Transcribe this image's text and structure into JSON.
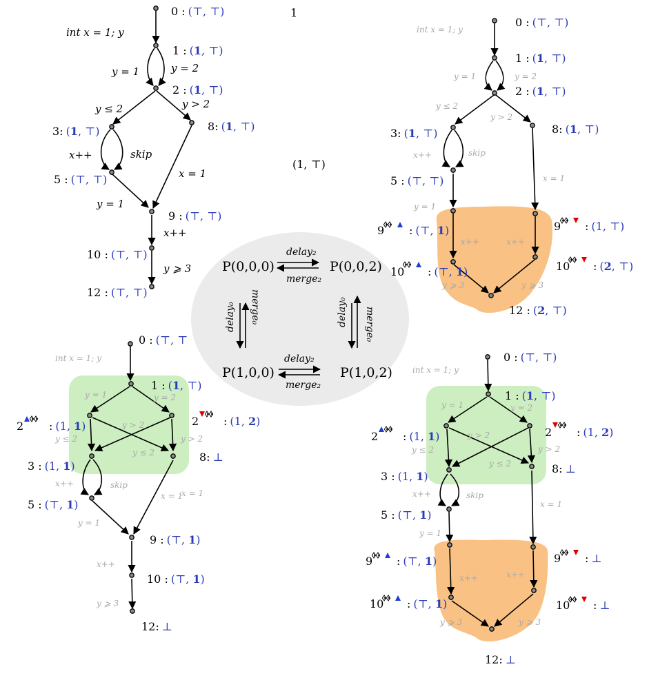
{
  "top_number": "1",
  "middle_value": "(1, ⊤)",
  "lattice": {
    "p000": "P(0,0,0)",
    "p002": "P(0,0,2)",
    "p100": "P(1,0,0)",
    "p102": "P(1,0,2)",
    "delay2": "delay₂",
    "merge2": "merge₂",
    "delay0": "delay₀",
    "merge0": "merge₀"
  },
  "colors": {
    "value_blue": "#2a3ab8",
    "up_marker": "#1f3cd6",
    "down_marker": "#e00000",
    "green_region": "#cdeec0",
    "orange_region": "#f9c184",
    "ellipse": "#ebebeb"
  },
  "graph_tl": {
    "code_int": "int x = 1; y",
    "e_y1": "y = 1",
    "e_y2": "y = 2",
    "e_yle2": "y ≤ 2",
    "e_ygt2": "y > 2",
    "e_xpp": "x++",
    "e_skip": "skip",
    "e_x1": "x = 1",
    "e_y1b": "y = 1",
    "e_xpp2": "x++",
    "e_yge3": "y ⩾ 3",
    "n0_k": "0 :",
    "n0_v": "(⊤, ⊤)",
    "n1_k": "1 :",
    "n1_v1": "(",
    "n1_v2": "1",
    "n1_v3": ", ⊤)",
    "n2_k": "2 :",
    "n2_v1": "(",
    "n2_v2": "1",
    "n2_v3": ", ⊤)",
    "n3_k": "3:",
    "n3_v1": "(",
    "n3_v2": "1",
    "n3_v3": ", ⊤)",
    "n8_k": "8:",
    "n8_v1": "(",
    "n8_v2": "1",
    "n8_v3": ", ⊤)",
    "n5_k": "5 :",
    "n5_v": "(⊤, ⊤)",
    "n9_k": "9 :",
    "n9_v": "(⊤, ⊤)",
    "n10_k": "10 :",
    "n10_v": "(⊤, ⊤)",
    "n12_k": "12 :",
    "n12_v": "(⊤, ⊤)"
  },
  "graph_tr": {
    "code_int": "int x = 1; y",
    "e_y1": "y = 1",
    "e_y2": "y = 2",
    "e_yle2": "y ≤ 2",
    "e_ygt2": "y > 2",
    "e_xpp": "x++",
    "e_skip": "skip",
    "e_x1": "x = 1",
    "e_y1b": "y = 1",
    "e_xpp_a": "x++",
    "e_xpp_b": "x++",
    "e_yge3_a": "y ⩾ 3",
    "e_yge3_b": "y ⩾ 3",
    "n0_k": "0 :",
    "n0_v": "(⊤, ⊤)",
    "n1_k": "1 :",
    "n1_v1": "(",
    "n1_v2": "1",
    "n1_v3": ", ⊤)",
    "n2_k": "2 :",
    "n2_v1": "(",
    "n2_v2": "1",
    "n2_v3": ", ⊤)",
    "n3_k": "3:",
    "n3_v1": "(",
    "n3_v2": "1",
    "n3_v3": ", ⊤)",
    "n8_k": "8:",
    "n8_v1": "(",
    "n8_v2": "1",
    "n8_v3": ", ⊤)",
    "n5_k": "5 :",
    "n5_v": "(⊤, ⊤)",
    "n9u_k": "9",
    "n9u_v1": "(⊤, ",
    "n9u_v2": "1",
    "n9u_v3": ")",
    "n9d_k": "9",
    "n9d_v": "(1, ⊤)",
    "n10u_k": "10",
    "n10u_v1": "(⊤, ",
    "n10u_v2": "1",
    "n10u_v3": ")",
    "n10d_k": "10",
    "n10d_v1": "(",
    "n10d_v2": "2",
    "n10d_v3": ", ⊤)",
    "n12_k": "12 :",
    "n12_v1": "(",
    "n12_v2": "2",
    "n12_v3": ", ⊤)",
    "colon": ":"
  },
  "graph_bl": {
    "code_int": "int x = 1; y",
    "e_y1": "y = 1",
    "e_y2": "y = 2",
    "e_ygt2a": "y > 2",
    "e_yle2a": "y ≤ 2",
    "e_ygt2b": "y > 2",
    "e_yle2b": "y ≤ 2",
    "e_xpp": "x++",
    "e_skip": "skip",
    "e_x1": "x = 1",
    "e_x1b": "x = 1",
    "e_y1b": "y = 1",
    "e_xpp2": "x++",
    "e_yge3": "y ⩾ 3",
    "n0_k": "0 :",
    "n0_v": "(⊤, ⊤",
    "n1_k": "1 :",
    "n1_v1": "(",
    "n1_v2": "1",
    "n1_v3": ", ⊤)",
    "n2u_k": "2",
    "n2u_v1": "(1, ",
    "n2u_v2": "1",
    "n2u_v3": ")",
    "n2d_k": "2",
    "n2d_v1": "(1, ",
    "n2d_v2": "2",
    "n2d_v3": ")",
    "n3_k": "3 :",
    "n3_v1": "(1, ",
    "n3_v2": "1",
    "n3_v3": ")",
    "n8_k": "8:",
    "n8_v": "⊥",
    "n5_k": "5 :",
    "n5_v1": "(⊤, ",
    "n5_v2": "1",
    "n5_v3": ")",
    "n9_k": "9 :",
    "n9_v1": "(⊤, ",
    "n9_v2": "1",
    "n9_v3": ")",
    "n10_k": "10 :",
    "n10_v1": "(⊤, ",
    "n10_v2": "1",
    "n10_v3": ")",
    "n12_k": "12:",
    "n12_v": "⊥",
    "colon": ":"
  },
  "graph_br": {
    "code_int": "int x = 1; y",
    "e_y1": "y = 1",
    "e_y2": "y = 2",
    "e_ygt2a": "y > 2",
    "e_yle2a": "y ≤ 2",
    "e_ygt2b": "y > 2",
    "e_yle2b": "y ≤ 2",
    "e_xpp": "x++",
    "e_skip": "skip",
    "e_x1": "x = 1",
    "e_y1b": "y = 1",
    "e_xpp_a": "x++",
    "e_xpp_b": "x++",
    "e_yge3_a": "y ⩾ 3",
    "e_yge3_b": "y ⩾ 3",
    "n0_k": "0 :",
    "n0_v": "(⊤, ⊤)",
    "n1_k": "1 :",
    "n1_v1": "(",
    "n1_v2": "1",
    "n1_v3": ", ⊤)",
    "n2u_k": "2",
    "n2u_v1": "(1, ",
    "n2u_v2": "1",
    "n2u_v3": ")",
    "n2d_k": "2",
    "n2d_v1": "(1, ",
    "n2d_v2": "2",
    "n2d_v3": ")",
    "n3_k": "3 :",
    "n3_v1": "(1, ",
    "n3_v2": "1",
    "n3_v3": ")",
    "n8_k": "8:",
    "n8_v": "⊥",
    "n5_k": "5 :",
    "n5_v1": "(⊤, ",
    "n5_v2": "1",
    "n5_v3": ")",
    "n9u_k": "9",
    "n9u_v1": "(⊤, ",
    "n9u_v2": "1",
    "n9u_v3": ")",
    "n9d_k": "9",
    "n9d_v": "⊥",
    "n10u_k": "10",
    "n10u_v1": "(⊤, ",
    "n10u_v2": "1",
    "n10u_v3": ")",
    "n10d_k": "10",
    "n10d_v": "⊥",
    "n12_k": "12:",
    "n12_v": "⊥",
    "colon": ":"
  }
}
